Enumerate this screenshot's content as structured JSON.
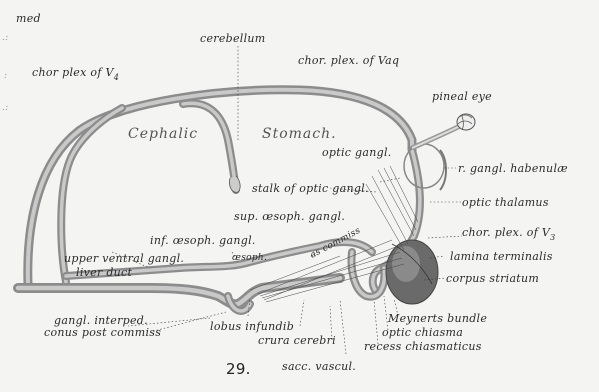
{
  "figure": {
    "number": "29.",
    "labels": {
      "med": "med",
      "cerebellum": "cerebellum",
      "chor_plex_v4": "chor plex of V",
      "chor_plex_v4_sub": "4",
      "chor_plex_vaq": "chor. plex. of Vaq",
      "pineal_eye": "pineal eye",
      "cephalic": "Cephalic",
      "stomach": "Stomach.",
      "optic_gangl": "optic gangl.",
      "r_gangl_habenulae": "r. gangl. habenulæ",
      "stalk_optic_gangl": "stalk of optic gangl.",
      "optic_thalamus": "optic thalamus",
      "sup_oesoph_gangl": "sup. œsoph. gangl.",
      "chor_plex_v3": "chor. plex. of V",
      "chor_plex_v3_sub": "3",
      "inf_oesoph_gangl": "inf. œsoph. gangl.",
      "lamina_terminalis": "lamina terminalis",
      "upper_ventral_gangl": "upper ventral gangl.",
      "oesoph": "œsoph.",
      "ant_commiss": "a̶s  commiss",
      "corpus_striatum": "corpus striatum",
      "liver_duct": "liver duct",
      "gangl_interped": "gangl. interped.",
      "meynerts_bundle": "Meynerts bundle",
      "conus_post_commiss": "conus post commiss",
      "lobus_infundib": "lobus infundib",
      "optic_chiasma": "optic chiasma",
      "crura_cerebri": "crura cerebri",
      "recess_chiasmaticus": "recess chiasmaticus",
      "sacc_vascul": "sacc. vascul."
    }
  }
}
